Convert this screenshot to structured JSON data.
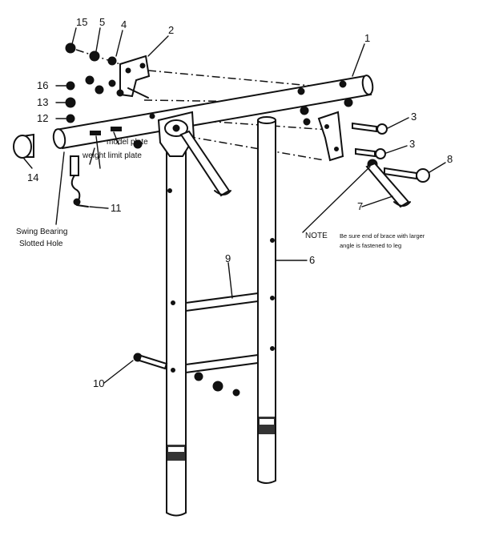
{
  "diagram": {
    "callouts": {
      "c15": "15",
      "c5": "5",
      "c4": "4",
      "c2": "2",
      "c1": "1",
      "c16": "16",
      "c13": "13",
      "c12": "12",
      "c14": "14",
      "c3a": "3",
      "c3b": "3",
      "c8": "8",
      "c7": "7",
      "c11": "11",
      "c9": "9",
      "c6": "6",
      "c10": "10"
    },
    "labels": {
      "model_plate": "model plate",
      "weight_limit_plate": "weight limit plate",
      "swing_bearing_line1": "Swing Bearing",
      "swing_bearing_line2": "Slotted Hole",
      "note_title": "NOTE",
      "note_line1": "Be sure end of brace with larger",
      "note_line2": "angle is fastened to leg"
    }
  }
}
